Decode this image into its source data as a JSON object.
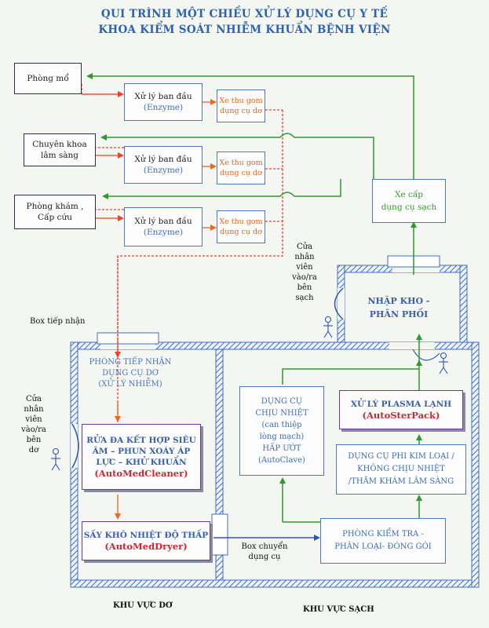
{
  "title": {
    "line1": "QUI TRÌNH MỘT CHIỀU XỬ LÝ DỤNG CỤ Y TẾ",
    "line2": "KHOA KIỂM SOÁT NHIỄM KHUẨN BỆNH VIỆN"
  },
  "departments": [
    {
      "line1": "Phòng mổ",
      "line2": ""
    },
    {
      "line1": "Chuyên khoa",
      "line2": "lâm sàng"
    },
    {
      "line1": "Phòng khám ,",
      "line2": "Cấp cứu"
    }
  ],
  "pretreat": {
    "label": "Xử lý ban đầu",
    "sub": "(Enzyme)"
  },
  "cart_dirty": {
    "line1": "Xe thu gom",
    "line2": "dụng cụ dơ"
  },
  "cart_clean": {
    "line1": "Xe cấp",
    "line2": "dụng cụ sạch"
  },
  "door_right": {
    "lines": [
      "Cửa",
      "nhân",
      "viên",
      "vào/ra",
      "bên",
      "sạch"
    ]
  },
  "door_left": {
    "lines": [
      "Cửa",
      "nhân",
      "viên",
      "vào/ra",
      "bên",
      "dơ"
    ]
  },
  "box_receive_label": "Box tiếp nhận",
  "box_transfer": {
    "line1": "Box chuyển",
    "line2": "dụng cụ"
  },
  "storage": {
    "line1": "NHẬP KHO -",
    "line2": "PHÂN PHỐI"
  },
  "reception": {
    "line1": "PHÒNG TIẾP NHẬN",
    "line2": "DỤNG CỤ DƠ",
    "line3": "(XỬ LÝ NHIỄM)"
  },
  "washer": {
    "line1": "RỬA ĐA KẾT HỢP SIÊU",
    "line2": "ÂM – PHUN XOÁY ÁP",
    "line3": "LỰC – KHỬ KHUẨN",
    "brand": "(AutoMedCleaner)"
  },
  "dryer": {
    "line1": "SẤY KHÔ NHIỆT ĐỘ THẤP",
    "brand": "(AutoMedDryer)"
  },
  "heat_resistant": {
    "line1": "DỤNG CỤ",
    "line2": "CHỊU NHIỆT",
    "line3": "(can thiệp",
    "line4": "lòng mạch)",
    "line5": "HẤP ƯỚT",
    "line6": "(AutoClave)"
  },
  "plasma": {
    "line1": "XỬ LÝ PLASMA LẠNH",
    "brand": "(AutoSterPack)"
  },
  "non_metal": {
    "line1": "DỤNG CỤ PHI KIM LOẠI /",
    "line2": "KHÔNG CHỊU NHIỆT",
    "line3": "/THĂM KHÁM LÂM SÀNG"
  },
  "inspection": {
    "line1": "PHÒNG KIỂM TRA -",
    "line2": "PHÂN LOẠI- ĐÓNG GÓI"
  },
  "footer": {
    "dirty_zone": "KHU VỰC DƠ",
    "clean_zone": "KHU VỰC SẠCH"
  },
  "colors": {
    "title": "#2c62b3",
    "wall": "#3d6fc4",
    "red_line": "#e8452b",
    "green_line": "#2e9a2e",
    "orange_line": "#e86a1c",
    "blue_line": "#2b55b8",
    "brand_red": "#d0262e",
    "purple_border": "#6b3b8f"
  }
}
